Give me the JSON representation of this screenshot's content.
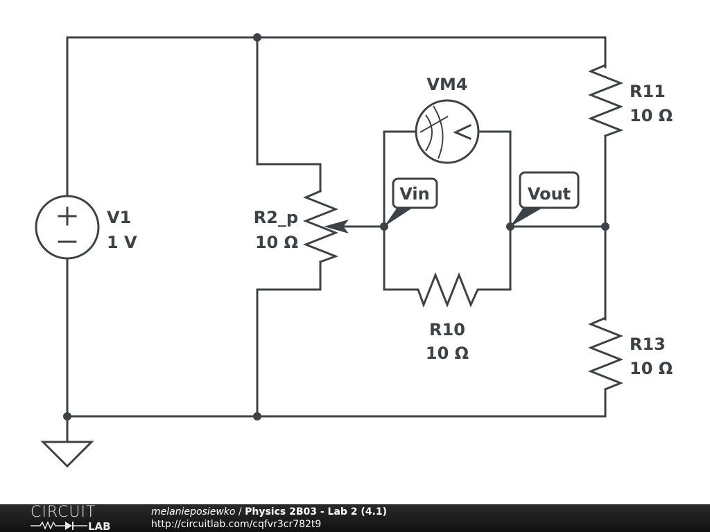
{
  "components": {
    "V1": {
      "name": "V1",
      "value": "1 V"
    },
    "R2_p": {
      "name": "R2_p",
      "value": "10 Ω"
    },
    "VM4": {
      "name": "VM4"
    },
    "R10": {
      "name": "R10",
      "value": "10 Ω"
    },
    "R11": {
      "name": "R11",
      "value": "10 Ω"
    },
    "R13": {
      "name": "R13",
      "value": "10 Ω"
    }
  },
  "net_labels": {
    "vin": "Vin",
    "vout": "Vout"
  },
  "footer": {
    "logo_top": "CIRCUIT",
    "logo_bottom": "LAB",
    "author": "melanieposiewko",
    "separator": " / ",
    "project_title": "Physics 2B03 - Lab 2 (4.1)",
    "url": "http://circuitlab.com/cqfvr3cr782t9"
  },
  "colors": {
    "ink": "#3c4246",
    "footer_bg": "#1a1a1a"
  }
}
